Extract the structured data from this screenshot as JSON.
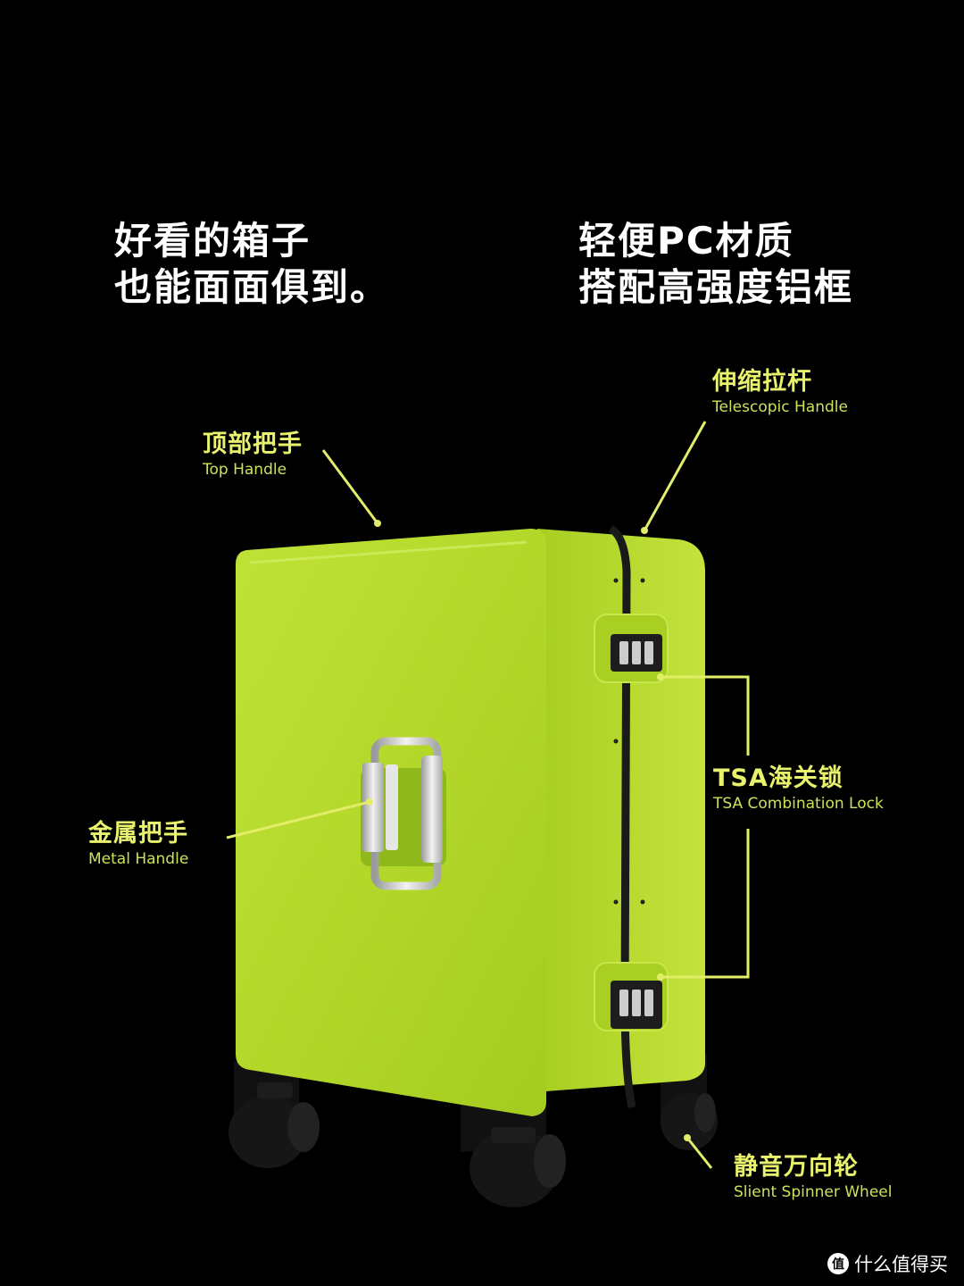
{
  "headline_left": {
    "line1": "好看的箱子",
    "line2": "也能面面俱到。"
  },
  "headline_right": {
    "line1": "轻便PC材质",
    "line2": "搭配高强度铝框"
  },
  "callouts": {
    "top_handle": {
      "cn": "顶部把手",
      "en": "Top Handle"
    },
    "telescopic_handle": {
      "cn": "伸缩拉杆",
      "en": "Telescopic Handle"
    },
    "metal_handle": {
      "cn": "金属把手",
      "en": "Metal Handle"
    },
    "tsa_lock": {
      "cn": "TSA海关锁",
      "en": "TSA Combination Lock"
    },
    "spinner_wheel": {
      "cn": "静音万向轮",
      "en": "Slient Spinner Wheel"
    }
  },
  "watermark": {
    "badge": "值",
    "text": "什么值得买"
  },
  "colors": {
    "background": "#000000",
    "headline": "#ffffff",
    "label_accent": "#e8f26c",
    "suitcase_body": "#b9dc2c",
    "frame": "#1a1a1a"
  }
}
